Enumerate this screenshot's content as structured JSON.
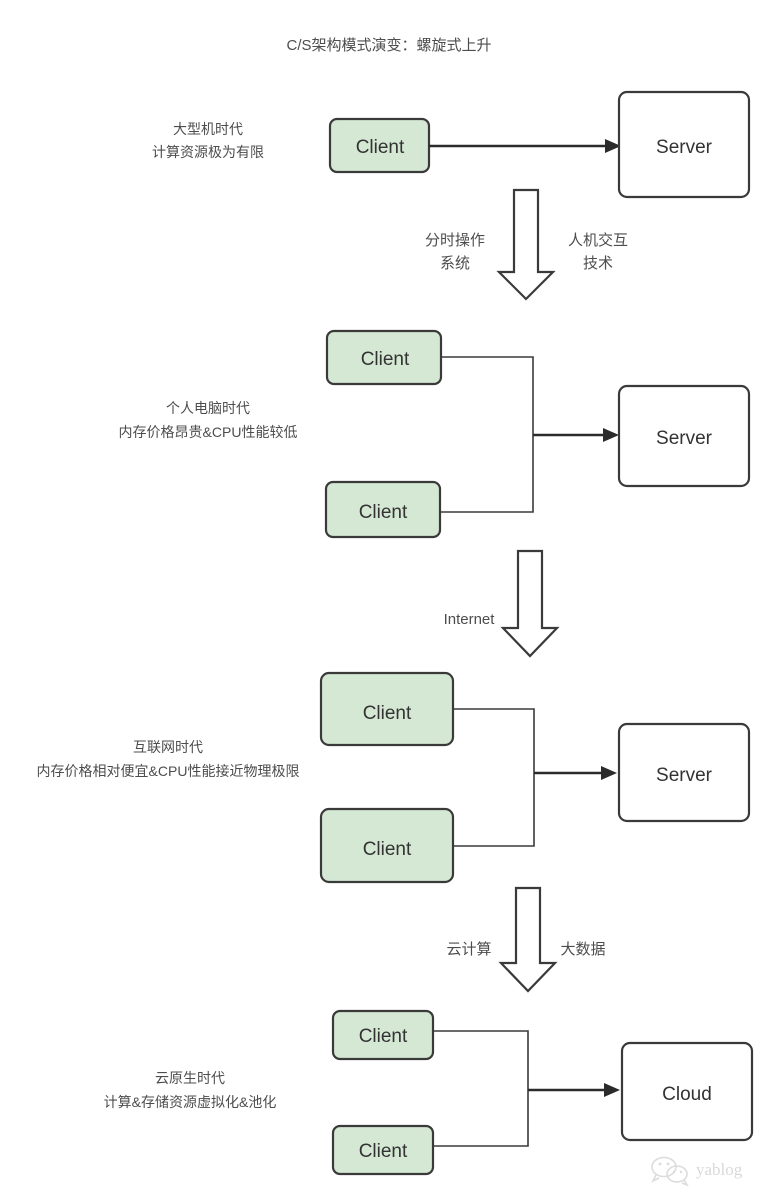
{
  "title": "C/S架构模式演变：螺旋式上升",
  "node_labels": {
    "client": "Client",
    "server": "Server",
    "cloud": "Cloud"
  },
  "colors": {
    "client_fill": "#d5e8d4",
    "client_stroke": "#3a3a3a",
    "server_fill": "#ffffff",
    "server_stroke": "#3a3a3a",
    "line": "#2b2b2b",
    "text": "#4d4d4d",
    "background": "#ffffff",
    "watermark": "#dcdcdc"
  },
  "stages": [
    {
      "id": "mainframe",
      "era_line1": "大型机时代",
      "era_line2": "计算资源极为有限",
      "clients": [
        "Client"
      ],
      "server": "Server"
    },
    {
      "id": "personal-computer",
      "era_line1": "个人电脑时代",
      "era_line2": "内存价格昂贵&CPU性能较低",
      "clients": [
        "Client",
        "Client"
      ],
      "server": "Server"
    },
    {
      "id": "internet",
      "era_line1": "互联网时代",
      "era_line2": "内存价格相对便宜&CPU性能接近物理极限",
      "clients": [
        "Client",
        "Client"
      ],
      "server": "Server"
    },
    {
      "id": "cloud-native",
      "era_line1": "云原生时代",
      "era_line2": "计算&存储资源虚拟化&池化",
      "clients": [
        "Client",
        "Client"
      ],
      "server": "Cloud"
    }
  ],
  "transitions": [
    {
      "id": "transition-1",
      "left_line1": "分时操作",
      "left_line2": "系统",
      "right_line1": "人机交互",
      "right_line2": "技术"
    },
    {
      "id": "transition-2",
      "left_line1": "Internet",
      "left_line2": "",
      "right_line1": "",
      "right_line2": ""
    },
    {
      "id": "transition-3",
      "left_line1": "云计算",
      "left_line2": "",
      "right_line1": "大数据",
      "right_line2": ""
    }
  ],
  "watermark": {
    "text": "yablog",
    "icon": "wechat-icon"
  }
}
